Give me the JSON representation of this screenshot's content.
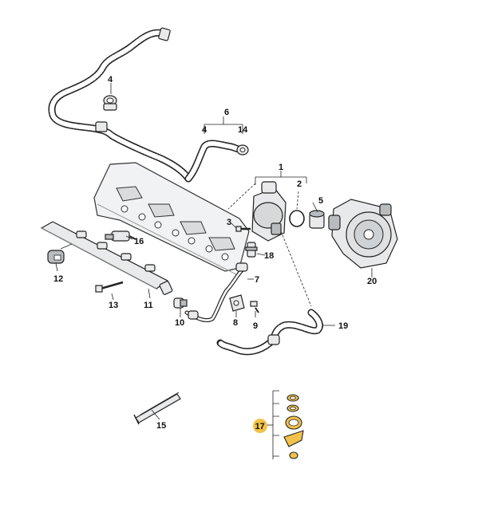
{
  "callouts": {
    "c1": "1",
    "c2": "2",
    "c4a": "4",
    "c4b": "4",
    "c5": "5",
    "c6": "6",
    "c7": "7",
    "c8": "8",
    "c9": "9",
    "c10": "10",
    "c11": "11",
    "c12": "12",
    "c13": "13",
    "c14": "14",
    "c15": "15",
    "c16": "16",
    "c17": "17",
    "c18": "18",
    "c19": "19",
    "c20": "20",
    "c3": "3"
  },
  "colors": {
    "highlight": "#f2c24a",
    "line": "#222222",
    "part_fill": "#e8e9ea",
    "background": "#ffffff"
  }
}
